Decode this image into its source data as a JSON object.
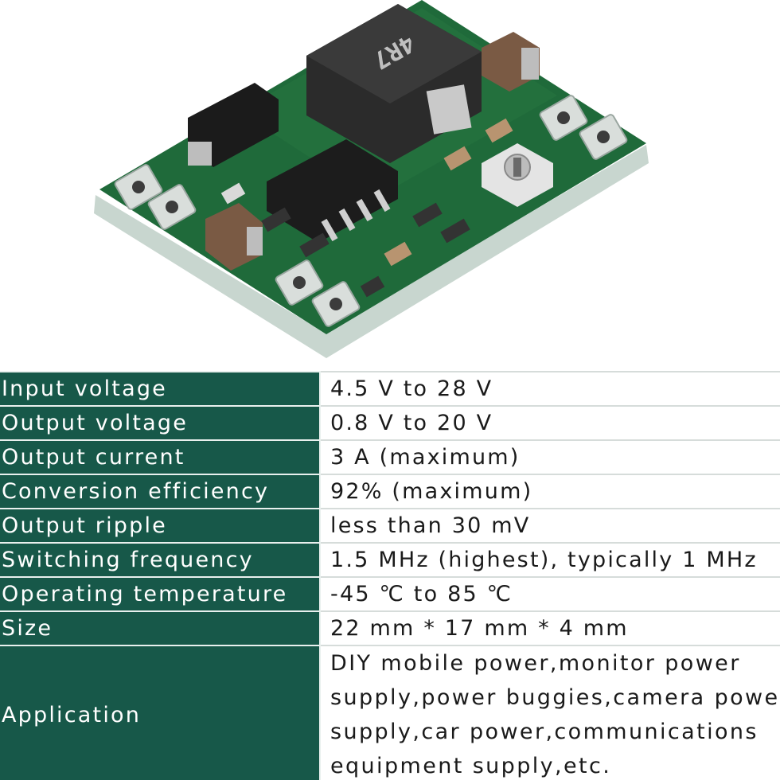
{
  "module": {
    "inductor_marking": "4R7",
    "colors": {
      "pcb_green": "#1f6a3a",
      "table_label_bg": "#175849",
      "table_label_text": "#ffffff",
      "table_value_text": "#1a1a1a"
    }
  },
  "specs": [
    {
      "label": "Input voltage",
      "value": "4.5 V to 28 V"
    },
    {
      "label": "Output voltage",
      "value": "0.8 V to 20 V"
    },
    {
      "label": "Output current",
      "value": "3 A (maximum)"
    },
    {
      "label": "Conversion efficiency",
      "value": "92% (maximum)"
    },
    {
      "label": "Output ripple",
      "value": "less than 30 mV"
    },
    {
      "label": "Switching frequency",
      "value": "1.5 MHz (highest), typically 1 MHz"
    },
    {
      "label": "Operating temperature",
      "value": "-45 ℃ to 85 ℃"
    },
    {
      "label": "Size",
      "value": "22 mm  *  17 mm * 4 mm"
    }
  ],
  "application": {
    "label": "Application",
    "lines": [
      "DIY mobile power,monitor power",
      "supply,power buggies,camera power",
      "supply,car power,communications",
      "equipment supply,etc."
    ]
  }
}
